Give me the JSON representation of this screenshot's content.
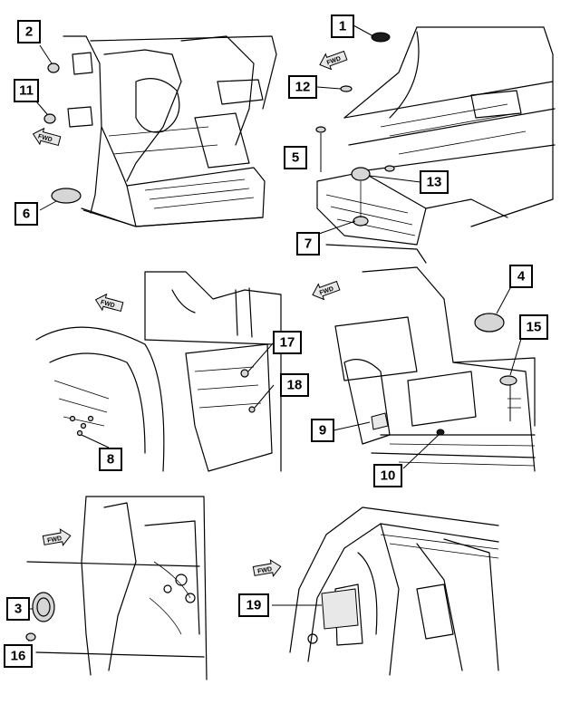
{
  "colors": {
    "line": "#000000",
    "background": "#ffffff",
    "part_fill": "#d6d6d6"
  },
  "arrows": {
    "fwd_label": "FWD"
  },
  "callouts": [
    {
      "id": "1",
      "label": "1"
    },
    {
      "id": "2",
      "label": "2"
    },
    {
      "id": "3",
      "label": "3"
    },
    {
      "id": "4",
      "label": "4"
    },
    {
      "id": "5",
      "label": "5"
    },
    {
      "id": "6",
      "label": "6"
    },
    {
      "id": "7",
      "label": "7"
    },
    {
      "id": "8",
      "label": "8"
    },
    {
      "id": "9",
      "label": "9"
    },
    {
      "id": "10",
      "label": "10"
    },
    {
      "id": "11",
      "label": "11"
    },
    {
      "id": "12",
      "label": "12"
    },
    {
      "id": "13",
      "label": "13"
    },
    {
      "id": "15",
      "label": "15"
    },
    {
      "id": "16",
      "label": "16"
    },
    {
      "id": "17",
      "label": "17"
    },
    {
      "id": "18",
      "label": "18"
    },
    {
      "id": "19",
      "label": "19"
    }
  ]
}
